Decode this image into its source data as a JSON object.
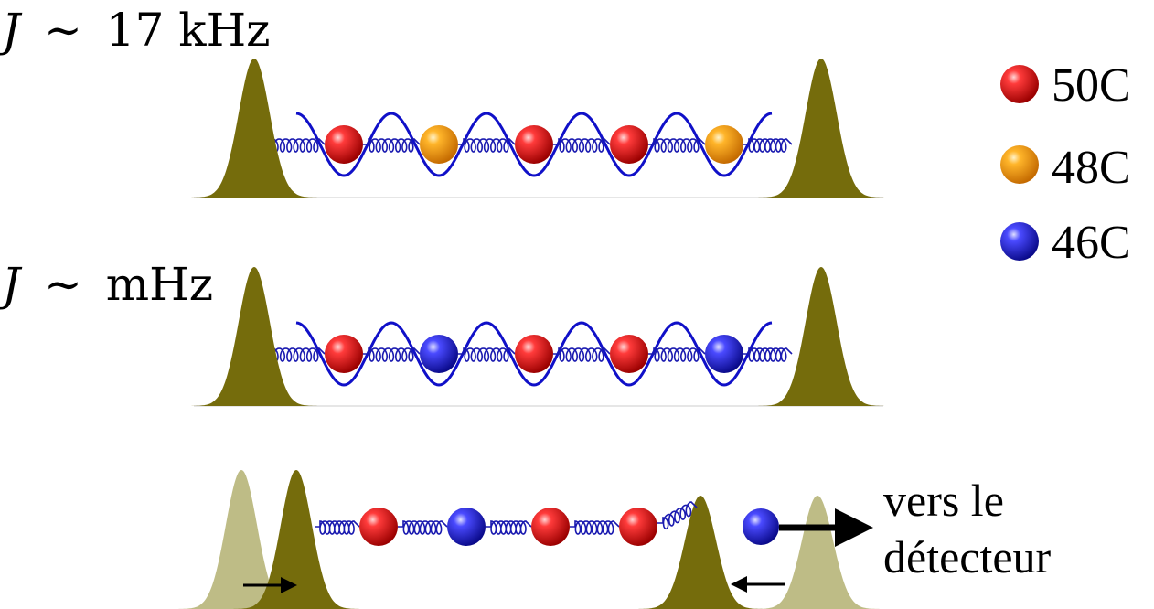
{
  "labels": {
    "top_coupling": {
      "symbol": "J",
      "sim": "∼",
      "value": "17 kHz"
    },
    "mid_coupling": {
      "symbol": "J",
      "sim": "∼",
      "value": "mHz"
    },
    "detector_line1": "vers le",
    "detector_line2": "détecteur"
  },
  "legend": [
    {
      "label": "50C",
      "color": "#e8001c"
    },
    {
      "label": "48C",
      "color": "#ffa000"
    },
    {
      "label": "46C",
      "color": "#2a1fd6"
    }
  ],
  "rows": {
    "top": [
      "50C",
      "48C",
      "50C",
      "50C",
      "48C"
    ],
    "middle": [
      "50C",
      "46C",
      "50C",
      "50C",
      "46C"
    ],
    "bottom_chain": [
      "50C",
      "46C",
      "50C",
      "50C"
    ],
    "bottom_ejected": "46C"
  },
  "colors": {
    "barrier": "#756c0c",
    "barrier_faded": "#bebc86",
    "wave": "#1010c8",
    "spring": "#1a1ab0"
  }
}
